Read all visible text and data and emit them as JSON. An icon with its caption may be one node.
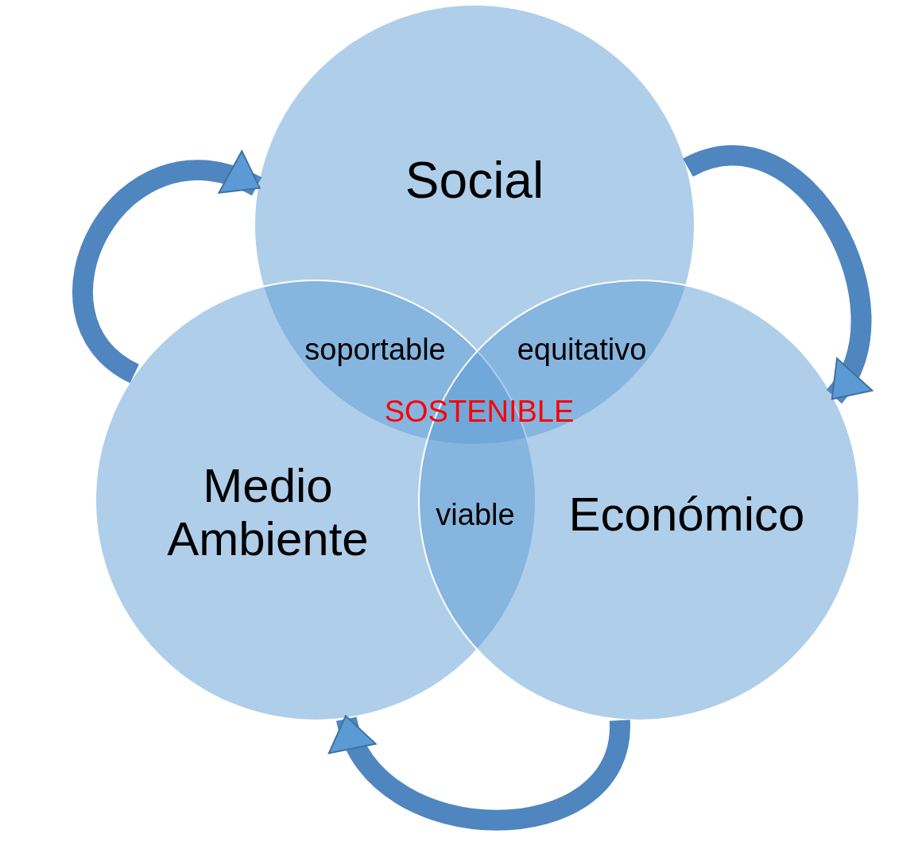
{
  "diagram": {
    "nodes": [
      {
        "text": [
          "Social"
        ]
      },
      {
        "text": [
          "Medio Ambiente"
        ]
      },
      {
        "text": [
          "Económico"
        ]
      }
    ],
    "edges": [
      {
        "from": 1,
        "to": 0,
        "arrow": "to"
      },
      {
        "from": 0,
        "to": 2,
        "arrow": "to"
      },
      {
        "from": 2,
        "to": 1,
        "arrow": "to"
      }
    ],
    "labels": [
      "soportable",
      "equitativo",
      "SOSTENIBLE",
      "viable"
    ]
  }
}
